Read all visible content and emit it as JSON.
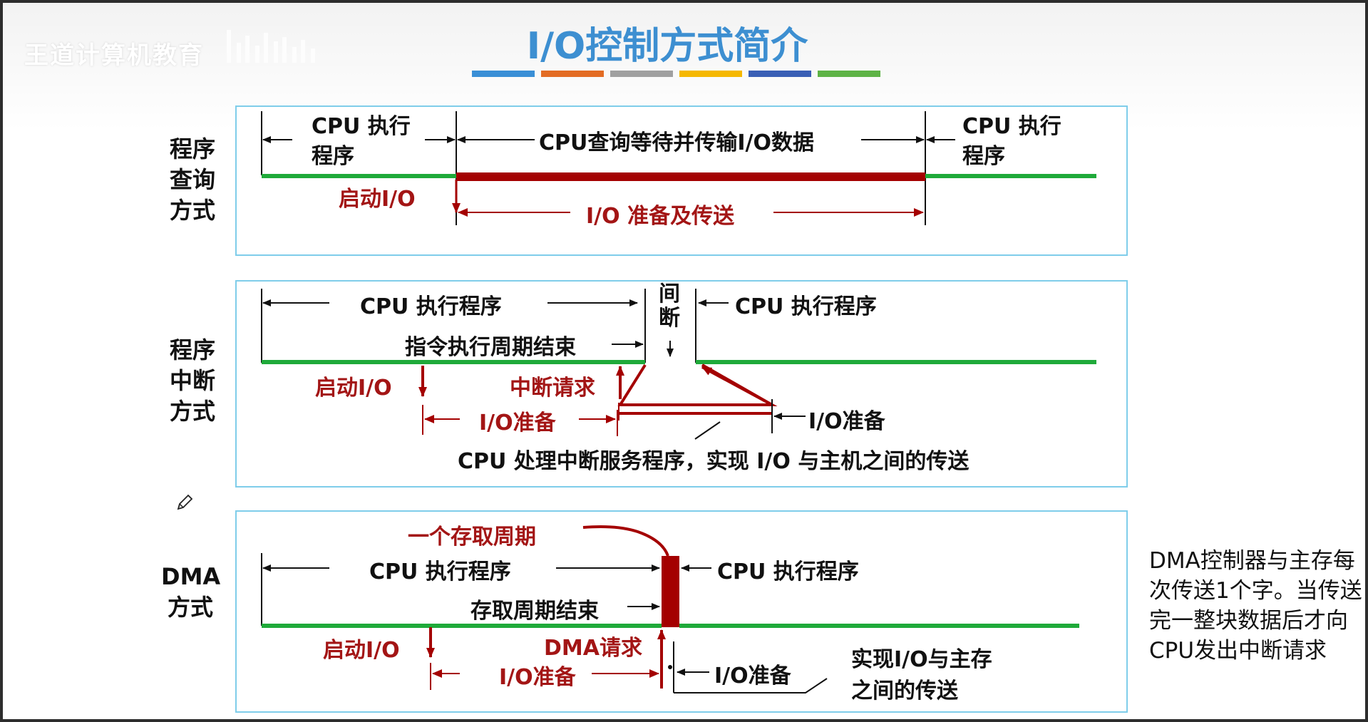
{
  "watermark": "王道计算机教育",
  "title": "I/O控制方式简介",
  "title_bar_colors": [
    "#3a8fd6",
    "#e36c24",
    "#a0a0a0",
    "#f5b800",
    "#3a5fb5",
    "#5eb346"
  ],
  "colors": {
    "green": "#1faa3a",
    "red": "#a40000",
    "panel_border": "#7fcdea",
    "black": "#111111"
  },
  "sections": {
    "polling": {
      "label": "程序查询方式",
      "cpu_exec_left": "CPU 执行\n程序",
      "cpu_query": "CPU查询等待并传输I/O数据",
      "cpu_exec_right": "CPU  执行\n程序",
      "start_io": "启动I/O",
      "io_prepare_transfer": "I/O 准备及传送"
    },
    "interrupt": {
      "label": "程序中断方式",
      "cpu_exec_left": "CPU  执行程序",
      "interrupt_break": "间断",
      "cpu_exec_right": "CPU  执行程序",
      "instruction_end": "指令执行周期结束",
      "start_io": "启动I/O",
      "interrupt_request": "中断请求",
      "io_prepare_left": "I/O准备",
      "io_prepare_right": "I/O准备",
      "isr_caption": "CPU 处理中断服务程序，实现 I/O 与主机之间的传送"
    },
    "dma": {
      "label": "DMA方式",
      "access_cycle": "一个存取周期",
      "cpu_exec_left": "CPU  执行程序",
      "cpu_exec_right": "CPU  执行程序",
      "access_cycle_end": "存取周期结束",
      "start_io": "启动I/O",
      "dma_request": "DMA请求",
      "io_prepare_left": "I/O准备",
      "io_prepare_right": "I/O准备",
      "transfer_caption": "实现I/O与主存\n之间的传送"
    }
  },
  "side_note": "DMA控制器与主存每次传送1个字。当传送完一整块数据后才向CPU发出中断请求"
}
